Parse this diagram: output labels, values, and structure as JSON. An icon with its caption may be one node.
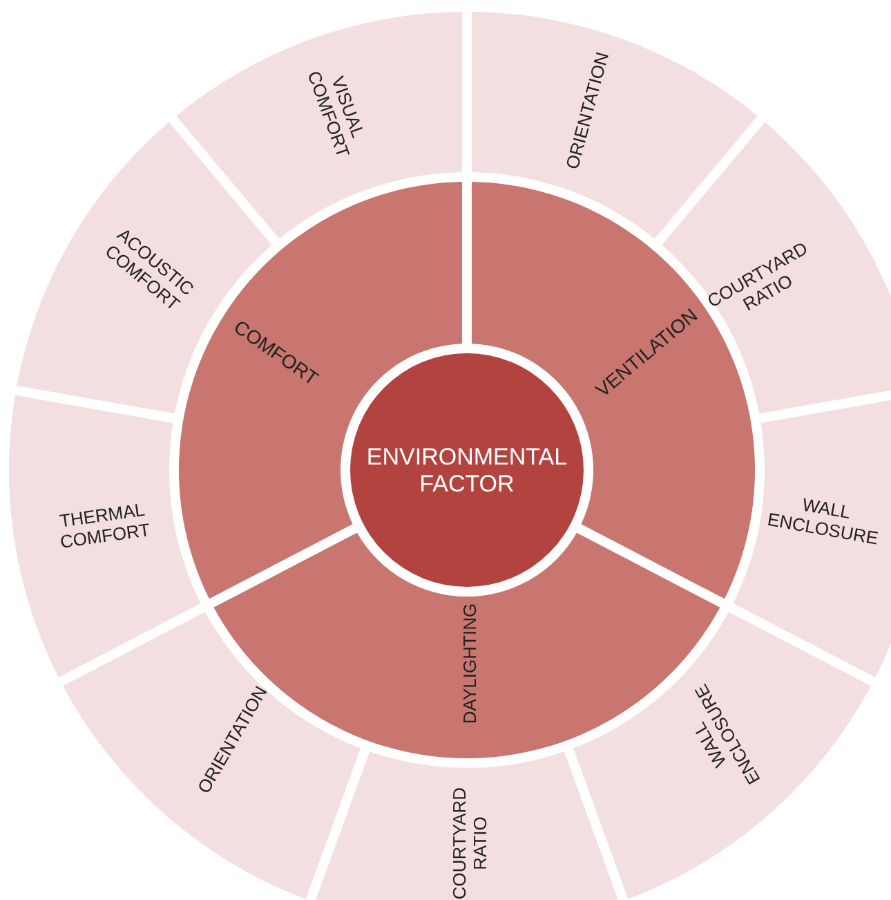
{
  "diagram": {
    "nodes": [
      {
        "text": [
          "ENVIRONMENTAL FACTOR"
        ]
      },
      {
        "text": [
          "COMFORT"
        ]
      },
      {
        "text": [
          "VENTILATION"
        ]
      },
      {
        "text": [
          "DAYLIGHTING"
        ]
      },
      {
        "text": [
          "VISUAL COMFORT"
        ]
      },
      {
        "text": [
          "ACOUSTIC COMFORT"
        ]
      },
      {
        "text": [
          "THERMAL COMFORT"
        ]
      },
      {
        "text": [
          "ORIENTATION"
        ]
      },
      {
        "text": [
          "COURTYARD RATIO"
        ]
      },
      {
        "text": [
          "WALL ENCLOSURE"
        ]
      },
      {
        "text": [
          "WALL ENCLOSURE"
        ]
      },
      {
        "text": [
          "COURTYARD RATIO"
        ]
      },
      {
        "text": [
          "ORIENTATION"
        ]
      }
    ]
  }
}
